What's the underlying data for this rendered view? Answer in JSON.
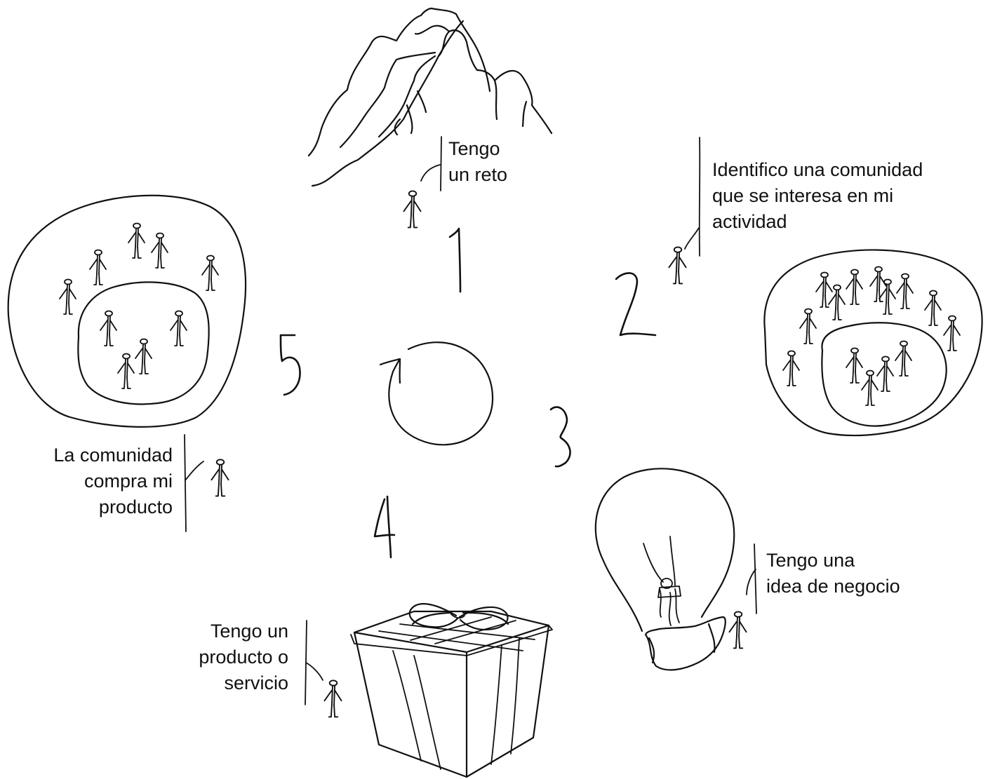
{
  "colors": {
    "ink": "#111111",
    "background": "#ffffff"
  },
  "steps": [
    {
      "number": "1",
      "icon": "mountain-icon",
      "lines": [
        "Tengo",
        "un reto"
      ]
    },
    {
      "number": "2",
      "icon": "community-icon",
      "lines": [
        "Identifico una comunidad",
        "que se interesa en mi",
        "actividad"
      ]
    },
    {
      "number": "3",
      "icon": "lightbulb-icon",
      "lines": [
        "Tengo una",
        "idea de negocio"
      ]
    },
    {
      "number": "4",
      "icon": "gift-box-icon",
      "lines": [
        "Tengo un",
        "producto o",
        "servicio"
      ]
    },
    {
      "number": "5",
      "icon": "community-icon",
      "lines": [
        "La comunidad",
        "compra mi",
        "producto"
      ]
    }
  ],
  "center_icon": "cycle-arrow-icon"
}
